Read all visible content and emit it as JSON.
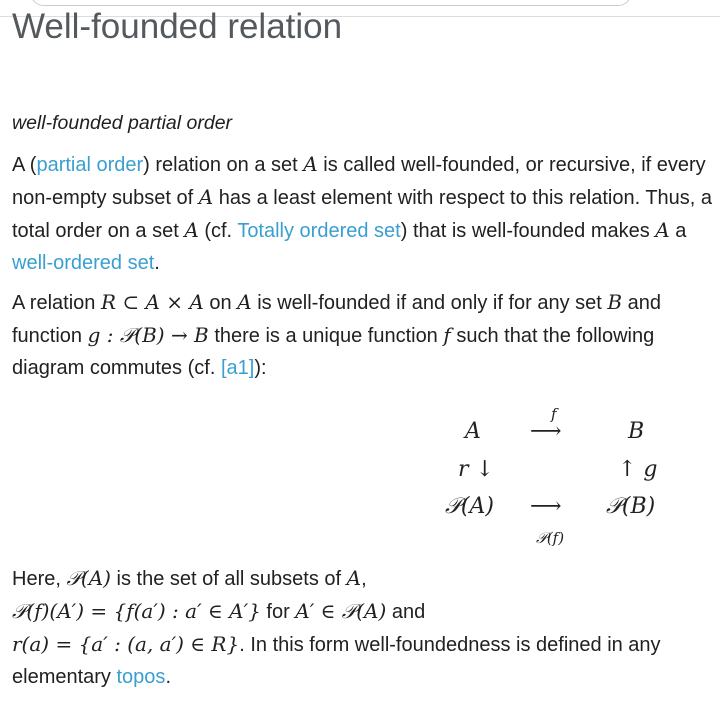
{
  "header": {
    "title": "Well-founded relation"
  },
  "subtitle": "well-founded partial order",
  "para1": {
    "t1": "A (",
    "link_partial_order": "partial order",
    "t2": ") relation on a set ",
    "A": "A",
    "t3": " is called well-founded, or recursive, if every non-empty subset of ",
    "t4": " has a least element with respect to this relation. Thus, a total order on a set ",
    "t5": " (cf. ",
    "link_totally_ordered": "Totally ordered set",
    "t6": ") that is well-founded makes ",
    "t7": " a ",
    "link_well_ordered": "well-ordered set",
    "t8": "."
  },
  "para2": {
    "t1": "A relation ",
    "formula1": "R ⊂ A × A",
    "t2": " on ",
    "A": "A",
    "t3": " is well-founded if and only if for any set ",
    "B": "B",
    "t4": " and function ",
    "formula2": "g : 𝒫(B) → B",
    "t5": " there is a unique function ",
    "f": "f",
    "t6": " such that the following diagram commutes (cf. ",
    "link_ref": "[a1]",
    "t7": "):"
  },
  "diagram": {
    "top_left": "A",
    "top_arrow": "⟶",
    "top_arrow_label": "f",
    "top_right": "B",
    "mid_left": "r ↓",
    "mid_right": "↑ g",
    "bottom_left": "𝒫(A)",
    "bottom_arrow": "⟶",
    "bottom_arrow_label": "𝒫(f)",
    "bottom_right": "𝒫(B)"
  },
  "para3": {
    "t1": "Here, ",
    "formula1": "𝒫(A)",
    "t2": " is the set of all subsets of ",
    "A": "A",
    "t3": ",",
    "formula2": "𝒫(f)(A′) = {f(a′) : a′ ∈ A′}",
    "t4": " for ",
    "formula3": "A′ ∈ 𝒫(A)",
    "t5": " and",
    "formula4": "r(a) = {a′ : (a, a′) ∈ R}",
    "t6": ". In this form well-foundedness is defined in any elementary ",
    "link_topos": "topos",
    "t7": "."
  }
}
